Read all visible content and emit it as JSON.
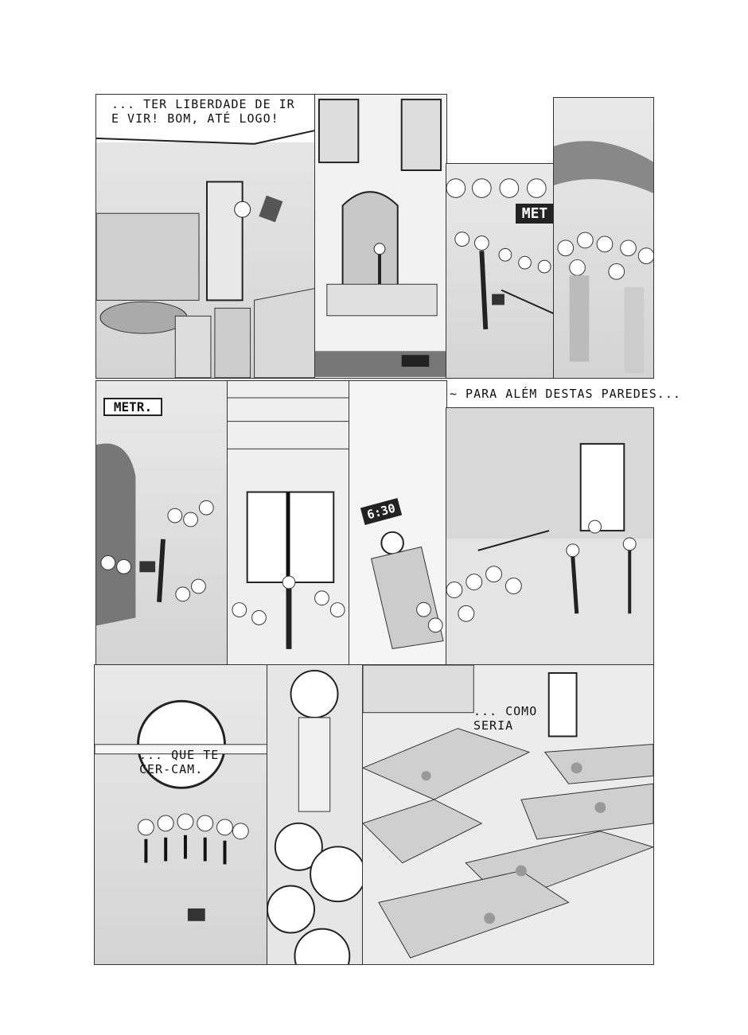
{
  "captions": {
    "panel1": "... TER LIBERDADE DE IR E VIR! BOM, ATÉ LOGO!",
    "panel8": "~ PARA ALÉM DESTAS PAREDES...",
    "panel9": "... QUE TE CER-CAM.",
    "panel11": "... COMO SERIA"
  },
  "signs": {
    "metro_station": "MET",
    "metro_sign": "METR.",
    "clock_display": "6:30"
  }
}
